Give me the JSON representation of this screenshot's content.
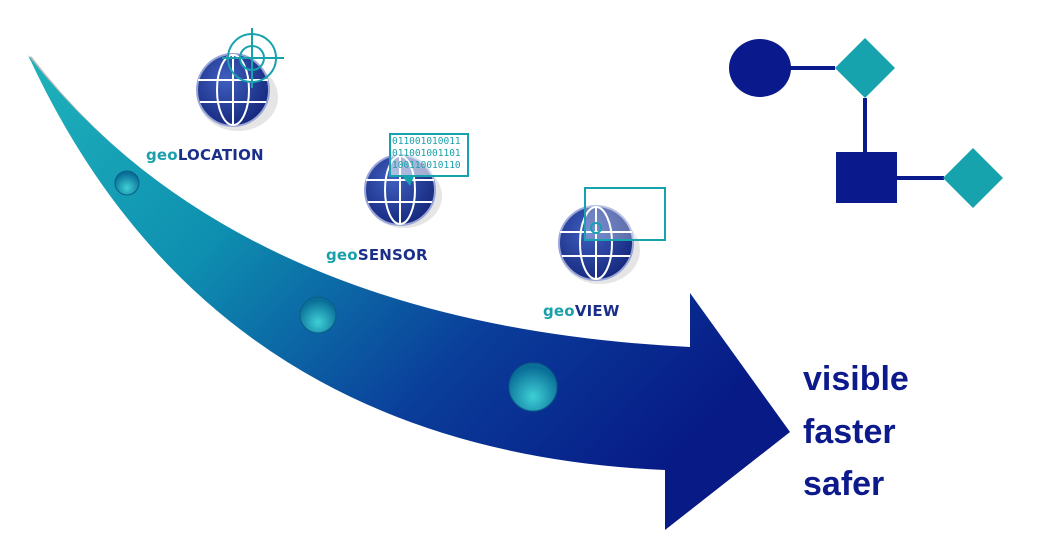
{
  "steps": [
    {
      "prefix": "geo",
      "name": "LOCATION",
      "icon": "globe-crosshair-icon"
    },
    {
      "prefix": "geo",
      "name": "SENSOR",
      "icon": "globe-data-icon"
    },
    {
      "prefix": "geo",
      "name": "VIEW",
      "icon": "globe-viewport-icon"
    }
  ],
  "sensor_bits": [
    "011001010011",
    "011001001101",
    "100110010110"
  ],
  "benefits": [
    "visible",
    "faster",
    "safer"
  ],
  "colors": {
    "teal": "#17a3ae",
    "navy": "#0a1a8c"
  }
}
